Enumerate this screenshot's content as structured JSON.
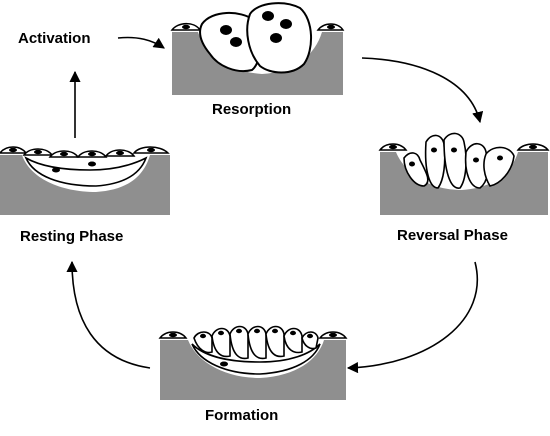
{
  "labels": {
    "activation": "Activation",
    "resorption": "Resorption",
    "reversal": "Reversal Phase",
    "formation": "Formation",
    "resting": "Resting Phase"
  },
  "colors": {
    "bone": "#8f8f8f",
    "cell": "#ffffff",
    "ink": "#000000"
  }
}
